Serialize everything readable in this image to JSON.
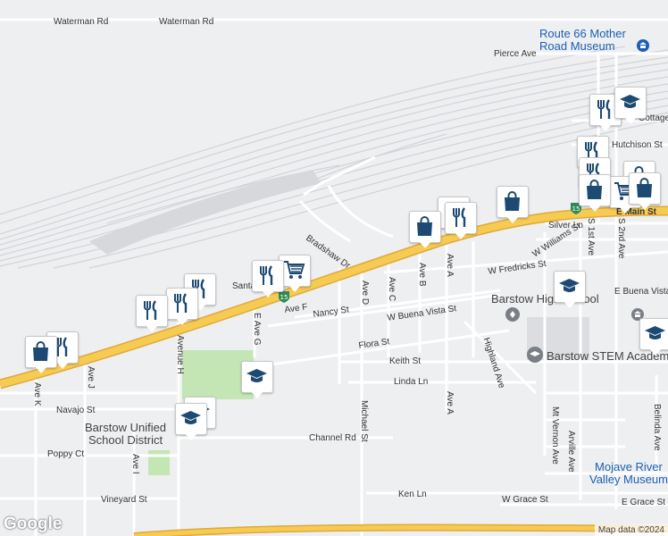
{
  "map": {
    "attribution": "Map data ©2024",
    "logo": "Google",
    "highway_shield": "15",
    "streets": {
      "waterman_left": "Waterman Rd",
      "waterman_right": "Waterman Rd",
      "pierce": "Pierce Ave",
      "hutchison": "Hutchison St",
      "cottage": "Cottage",
      "main": "E Main St",
      "silver": "Silver Ln",
      "williams": "W Williams St",
      "fredricks": "W Fredricks St",
      "buena_vista": "W Buena Vista St",
      "e_buena_vista": "E Buena Vista",
      "bradshaw": "Bradshaw Dr",
      "nancy": "Nancy St",
      "ave_f": "Ave F",
      "santa_fe": "Santa Fe",
      "flora": "Flora St",
      "keith": "Keith St",
      "linda": "Linda Ln",
      "navajo": "Navajo St",
      "channel": "Channel Rd",
      "poppy": "Poppy Ct",
      "vineyard": "Vineyard St",
      "ken": "Ken Ln",
      "w_grace": "W Grace St",
      "e_grace": "E Grace St",
      "ave_k": "Ave K",
      "ave_j": "Ave J",
      "ave_i": "Ave I",
      "avenue_h": "Avenue H",
      "e_ave_g": "E Ave G",
      "ave_d": "Ave D",
      "ave_c": "Ave C",
      "ave_b": "Ave B",
      "ave_a": "Ave A",
      "ave_a2": "Ave A",
      "highland": "Highland Ave",
      "michael": "Michael St",
      "s_1st": "S 1st Ave",
      "s_2nd": "S 2nd Ave",
      "mt_vernon": "Mt Vernon Ave",
      "arville": "Arville Ave",
      "belinda": "Belinda Ave"
    },
    "pois": {
      "route66": "Route 66 Mother\nRoad Museum",
      "barstow_high": "Barstow High School",
      "barstow_stem": "Barstow STEM Academy",
      "mojave": "Mojave River\nValley Museum",
      "unified_district": "Barstow Unified\nSchool District"
    },
    "markers": [
      {
        "type": "restaurant",
        "name": "restaurant-marker"
      },
      {
        "type": "shopping",
        "name": "shopping-marker"
      },
      {
        "type": "school",
        "name": "school-marker"
      },
      {
        "type": "grocery",
        "name": "grocery-marker"
      }
    ],
    "colors": {
      "background": "#eeeff1",
      "highway": "#f6cb52",
      "highway_edge": "#e0a93c",
      "road": "#ffffff",
      "railway": "#d4d4d8",
      "park": "#c3e6b4",
      "marker_icon": "#1d4a72",
      "poi_text": "#1a5fb4"
    }
  }
}
